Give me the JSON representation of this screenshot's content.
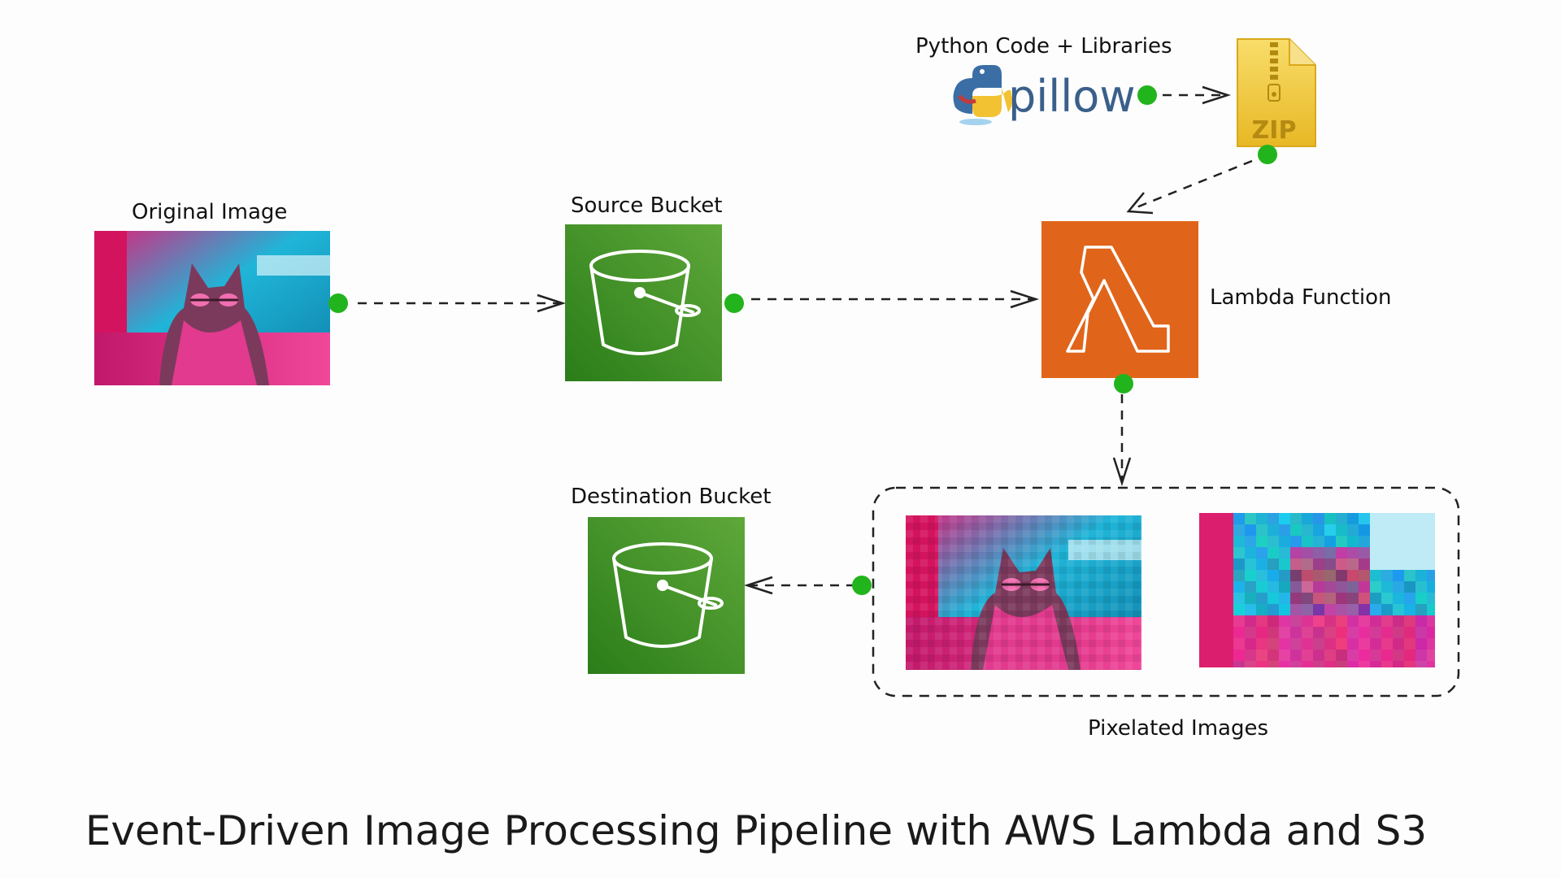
{
  "title": "Event-Driven Image Processing Pipeline with AWS Lambda and S3",
  "nodes": {
    "original_image": {
      "label": "Original Image"
    },
    "source_bucket": {
      "label": "Source Bucket"
    },
    "lambda_function": {
      "label": "Lambda Function"
    },
    "python_libraries": {
      "label": "Python Code + Libraries",
      "logo_text": "pillow"
    },
    "zip_package": {
      "badge": "ZIP"
    },
    "pixelated_images": {
      "label": "Pixelated Images"
    },
    "destination_bucket": {
      "label": "Destination Bucket"
    }
  },
  "colors": {
    "s3_green_light": "#5fa83a",
    "s3_green_dark": "#2a7d19",
    "lambda_orange": "#e0651a",
    "zip_yellow": "#f1c232",
    "connector_dot": "#22b41c"
  },
  "icons": [
    "bucket-icon",
    "lambda-icon",
    "zip-file-icon",
    "python-icon"
  ]
}
